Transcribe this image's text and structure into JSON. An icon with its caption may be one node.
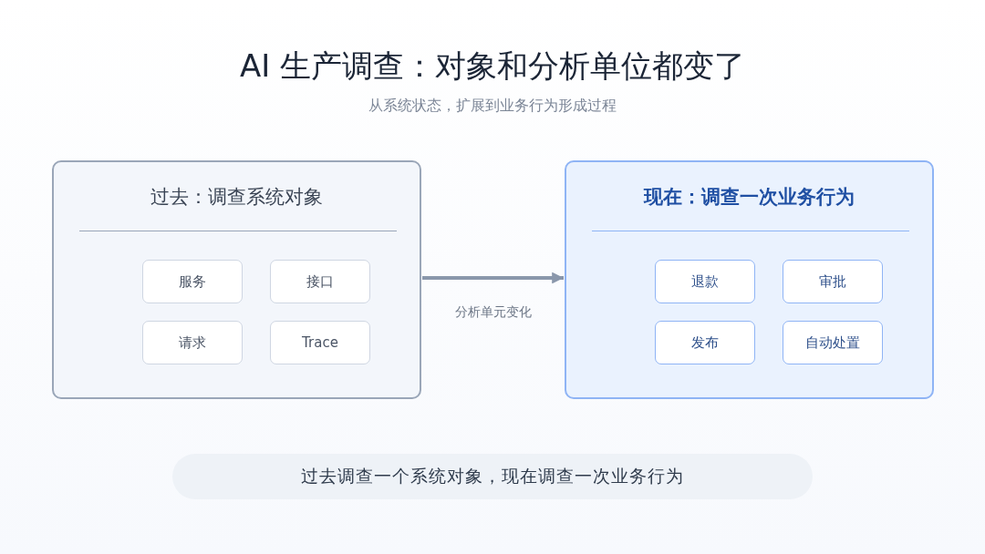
{
  "diagram": {
    "title": "AI 生产调查：对象和分析单位都变了",
    "nodes": [
      {
        "text": [
          "过去：调查系统对象"
        ]
      },
      {
        "text": [
          "服务"
        ],
        "in": 0
      },
      {
        "text": [
          "接口"
        ],
        "in": 0
      },
      {
        "text": [
          "请求"
        ],
        "in": 0
      },
      {
        "text": [
          "Trace"
        ],
        "in": 0
      },
      {
        "text": [
          "现在：调查一次业务行为"
        ]
      },
      {
        "text": [
          "退款"
        ],
        "in": 5
      },
      {
        "text": [
          "审批"
        ],
        "in": 5
      },
      {
        "text": [
          "发布"
        ],
        "in": 5
      },
      {
        "text": [
          "自动处置"
        ],
        "in": 5
      },
      {
        "text": [
          "过去调查一个系统对象，现在调查一次业务行为"
        ]
      }
    ],
    "edges": [
      {
        "from": 0,
        "to": 5,
        "arrow": "to",
        "label": "分析单元变化"
      }
    ],
    "labels": [
      "从系统状态，扩展到业务行为形成过程"
    ]
  }
}
